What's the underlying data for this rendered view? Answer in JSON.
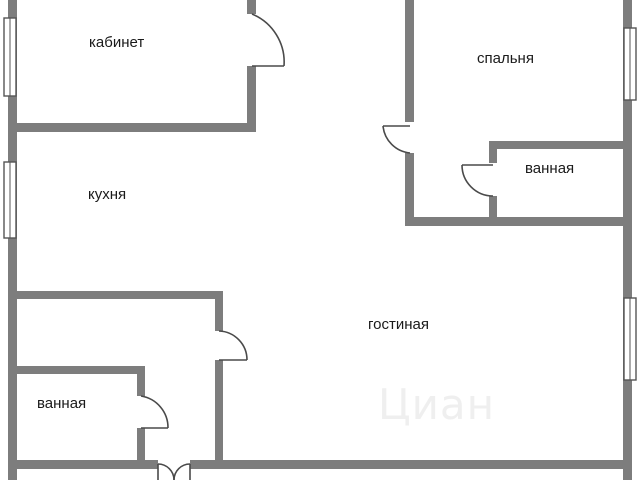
{
  "watermark": "Циан",
  "rooms": [
    {
      "id": "study",
      "label": "кабинет"
    },
    {
      "id": "bedroom",
      "label": "спальня"
    },
    {
      "id": "bath-right",
      "label": "ванная"
    },
    {
      "id": "kitchen",
      "label": "кухня"
    },
    {
      "id": "living",
      "label": "гостиная"
    },
    {
      "id": "bath-left",
      "label": "ванная"
    }
  ],
  "colors": {
    "wall": "#7d7d7d",
    "background": "#ffffff",
    "door": "#4a4a4a"
  }
}
